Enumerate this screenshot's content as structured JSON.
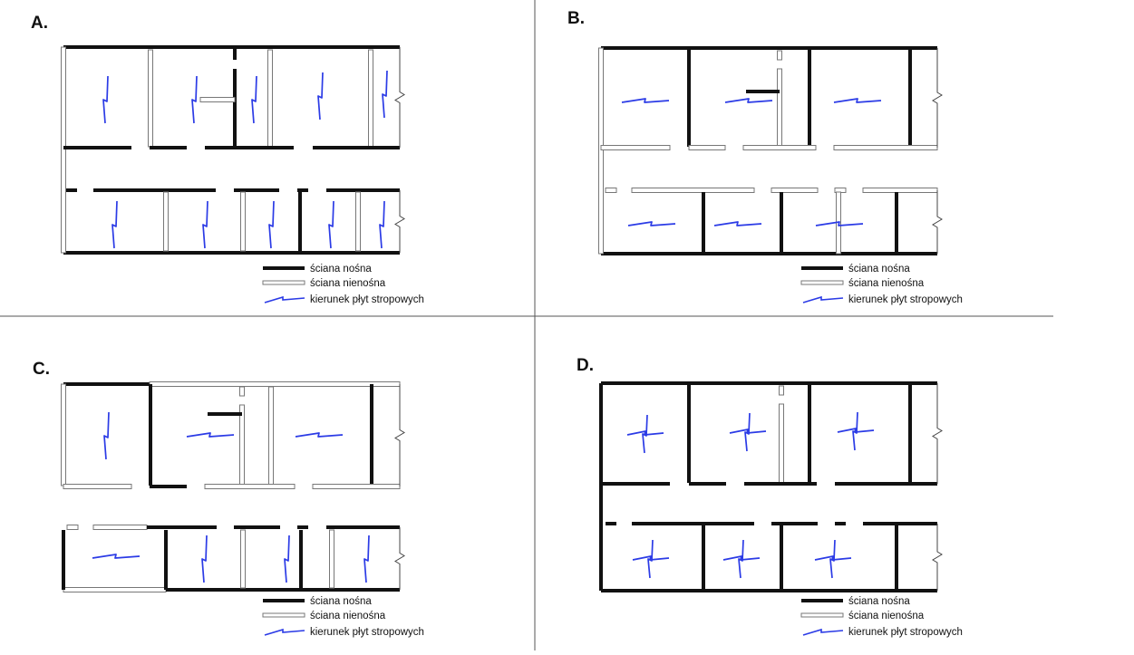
{
  "panels": [
    {
      "label": "A."
    },
    {
      "label": "B."
    },
    {
      "label": "C."
    },
    {
      "label": "D."
    }
  ],
  "legend": {
    "load_bearing_wall": "ściana nośna",
    "non_load_bearing_wall": "ściana nienośna",
    "slab_direction": "kierunek płyt stropowych"
  },
  "colors": {
    "load_bearing": "#111111",
    "non_load_bearing_fill": "#ffffff",
    "non_load_bearing_stroke": "#777777",
    "slab_arrow": "#2b3be6",
    "divider": "#555555"
  },
  "icons": {
    "slab_arrow_vertical": "vertical-slab-arrow-icon",
    "slab_arrow_horizontal": "horizontal-slab-arrow-icon",
    "slab_arrow_cross": "two-way-slab-arrow-icon",
    "break_line": "break-line-icon"
  }
}
